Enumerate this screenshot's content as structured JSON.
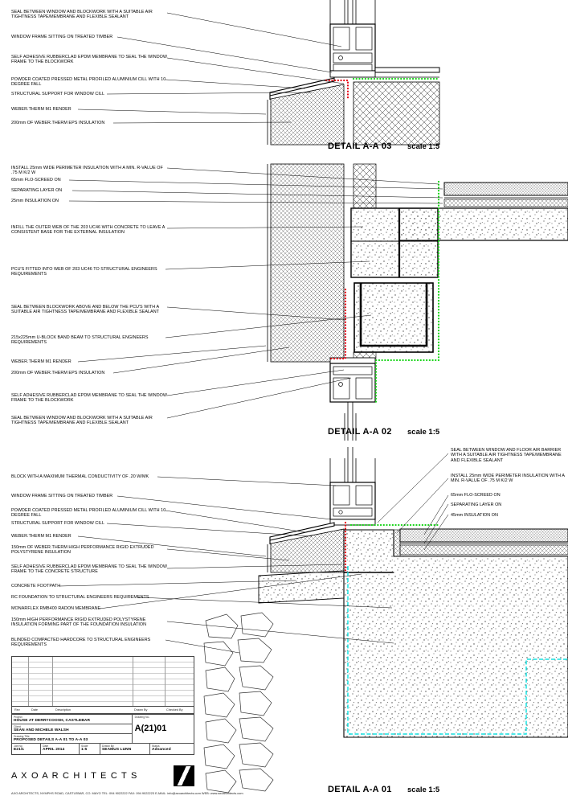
{
  "details": {
    "d03": {
      "title": "DETAIL A-A 03",
      "scale": "scale 1:5",
      "labels": [
        "SEAL BETWEEN WINDOW AND BLOCKWORK WITH A SUITABLE AIR TIGHTNESS TAPE/MEMBRANE AND FLEXIBLE SEALANT",
        "WINDOW FRAME SITTING ON TREATED TIMBER",
        "SELF ADHESIVE RUBBERCLAD EPDM MEMBRANE TO SEAL THE WINDOW FRAME TO THE BLOCKWORK",
        "POWDER COATED PRESSED METAL PROFILED ALUMINIUM CILL WITH 10 DEGREE FALL",
        "STRUCTURAL SUPPORT FOR WINDOW CILL",
        "WEBER.THERM M1 RENDER",
        "200mm OF WEBER.THERM EPS INSULATION"
      ]
    },
    "d02": {
      "title": "DETAIL A-A 02",
      "scale": "scale 1:5",
      "labels": [
        "INSTALL 25mm WIDE PERIMETER INSULATION WITH A MIN. R-VALUE OF .75 M K/2 W",
        "65mm FLO-SCREED ON",
        "SEPARATING LAYER ON",
        "25mm INSULATION ON",
        "INFILL THE OUTER WEB OF THE 203 UC46 WITH CONCRETE TO LEAVE A CONSISTENT BASE FOR THE EXTERNAL INSULATION",
        "PCU'S FITTED INTO WEB OF 203 UC46 TO STRUCTURAL ENGINEERS REQUIREMENTS",
        "SEAL BETWEEN BLOCKWORK ABOVE AND BELOW THE PCU'S WITH A SUITABLE AIR TIGHTNESS TAPE/MEMBRANE AND FLEXIBLE SEALANT",
        "215x225mm U-BLOCK BAND BEAM TO STRUCTURAL ENGINEERS REQUIREMENTS",
        "WEBER.THERM M1 RENDER",
        "200mm OF WEBER.THERM EPS INSULATION",
        "SELF ADHESIVE RUBBERCLAD EPDM MEMBRANE TO SEAL THE WINDOW FRAME TO THE BLOCKWORK",
        "SEAL BETWEEN WINDOW AND BLOCKWORK WITH A SUITABLE AIR TIGHTNESS TAPE/MEMBRANE AND FLEXIBLE SEALANT"
      ]
    },
    "d01": {
      "title": "DETAIL A-A 01",
      "scale": "scale 1:5",
      "left_labels": [
        "BLOCK WITH A MAXIMUM THERMAL CONDUCTIVITY OF .20 W/MK",
        "WINDOW FRAME SITTING ON TREATED TIMBER",
        "POWDER COATED PRESSED METAL PROFILED ALUMINIUM CILL WITH 10 DEGREE FALL",
        "STRUCTURAL SUPPORT FOR WINDOW CILL",
        "WEBER.THERM M1 RENDER",
        "150mm OF WEBER.THERM HIGH PERFORMANCE RIGID EXTRUDED POLYSTYRENE INSULATION",
        "SELF ADHESIVE RUBBERCLAD EPDM MEMBRANE TO SEAL THE WINDOW FRAME TO THE CONCRETE STRUCTURE",
        "CONCRETE FOOTPATH",
        "RC FOUNDATION TO STRUCTURAL ENGINEERS REQUIREMENTS",
        "MONARFLEX RMB400 RADON MEMBRANE",
        "150mm HIGH PERFORMANCE RIGID EXTRUDED POLYSTYRENE INSULATION FORMING PART OF THE FOUNDATION INSULATION",
        "BLINDED COMPACTED HARDCORE TO STRUCTURAL ENGINEERS REQUIREMENTS"
      ],
      "right_labels": [
        "SEAL BETWEEN WINDOW AND FLOOR AIR BARRIER WITH A SUITABLE AIR TIGHTNESS TAPE/MEMBRANE AND FLEXIBLE SEALANT",
        "INSTALL 25mm WIDE PERIMETER INSULATION WITH A MIN. R-VALUE OF .75 M K/2 W",
        "65mm FLO-SCREED ON",
        "SEPARATING LAYER ON",
        "45mm INSULATION ON"
      ]
    }
  },
  "titleblock": {
    "rev_headers": {
      "rev": "Rev",
      "date": "Date",
      "description": "Description",
      "drawn": "Drawn By",
      "checked": "Checked By"
    },
    "project_label": "Project",
    "project": "HOUSE AT DERRYCOOSH, CASTLEBAR",
    "client_label": "Client",
    "client": "SEAN AND MICHELE WALSH",
    "drawing_title_label": "Drawing Title",
    "drawing_title": "PROPOSED DETAILS A-A 01 TO A-A 03",
    "drawing_no_label": "Drawing No.",
    "drawing_no": "A(21)01",
    "job_no_label": "Job No",
    "job_no": "E21/1",
    "date_label": "Date",
    "date": "APRIL 2014",
    "scale_label": "Scale",
    "scale": "1:5",
    "drawn_label": "Drawn By",
    "drawn": "SEAMUS LUNN",
    "status_label": "Status",
    "status": "Advanced"
  },
  "footer": {
    "firm": "A X O   A R C H I T E C T S",
    "address": "AXO ARCHITECTS, NYMPHS ROAD, CASTLEBAR, CO. MAYO   TEL: 094 9022222   FAX: 094 9022223   E-MAIL: info@axoarchitects.com   WEB: www.axoarchitects.com"
  },
  "colors": {
    "seal_red": "#e60012",
    "seal_green": "#19d419",
    "membrane_cyan": "#17e0e0"
  }
}
